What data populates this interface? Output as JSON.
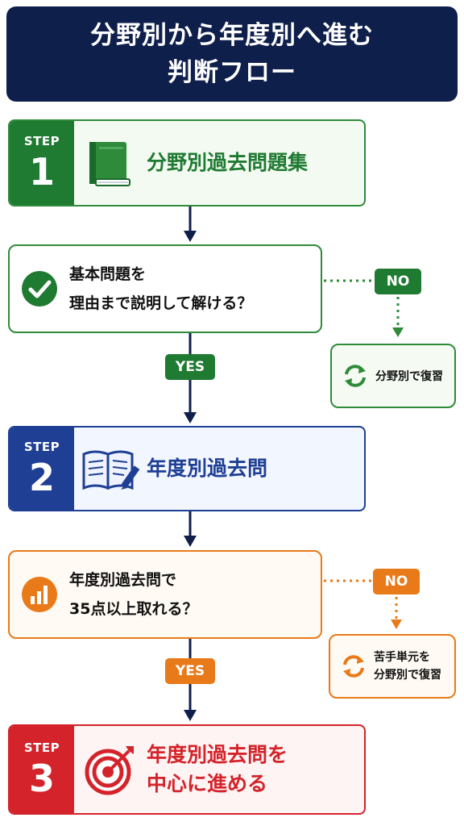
{
  "header": {
    "line1": "分野別から年度別へ進む",
    "line2": "判断フロー"
  },
  "steps": [
    {
      "label": "STEP",
      "number": "1",
      "title_lines": [
        "分野別過去問題集"
      ],
      "icon": "book-icon",
      "color": "#1f7a32"
    },
    {
      "label": "STEP",
      "number": "2",
      "title_lines": [
        "年度別過去問"
      ],
      "icon": "open-book-pencil-icon",
      "color": "#1e3f93"
    },
    {
      "label": "STEP",
      "number": "3",
      "title_lines": [
        "年度別過去問を",
        "中心に進める"
      ],
      "icon": "target-icon",
      "color": "#d4232a"
    }
  ],
  "questions": [
    {
      "lines": [
        "基本問題を",
        "理由まで説明して解ける？"
      ],
      "icon": "check-circle-icon",
      "yes_label": "YES",
      "no_label": "NO",
      "color": "#1f7a32"
    },
    {
      "lines": [
        "年度別過去問で",
        "35点以上取れる？"
      ],
      "icon": "bar-chart-icon",
      "yes_label": "YES",
      "no_label": "NO",
      "color": "#e87a1a"
    }
  ],
  "no_actions": [
    {
      "lines": [
        "分野別で復習"
      ],
      "icon": "refresh-icon"
    },
    {
      "lines": [
        "苦手単元を",
        "分野別で復習"
      ],
      "icon": "refresh-icon"
    }
  ]
}
